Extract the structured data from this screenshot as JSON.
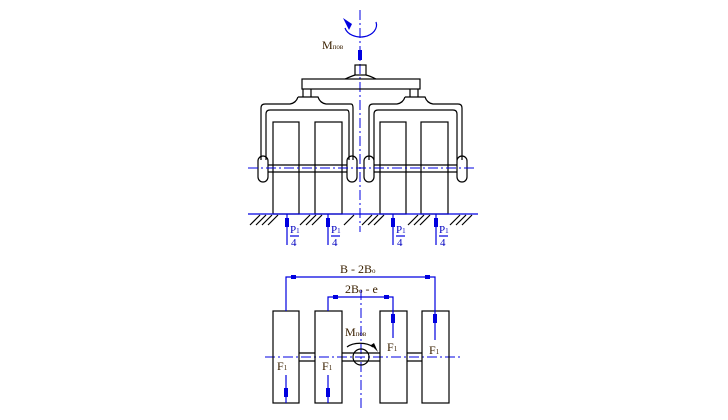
{
  "top_view": {
    "moment_label": "M",
    "moment_sub": "пов",
    "load_num": "P",
    "load_sub": "1",
    "load_den": "4"
  },
  "bottom_view": {
    "dim_outer": "B - 2B",
    "dim_outer_sub": "o",
    "dim_inner": "2B",
    "dim_inner_sub": "o",
    "dim_inner_tail": " - e",
    "moment_label": "M",
    "moment_sub": "пов",
    "force_label": "F",
    "force_sub": "1"
  },
  "colors": {
    "lines": "#000000",
    "annotations": "#0000e0",
    "text": "#3a2000"
  }
}
